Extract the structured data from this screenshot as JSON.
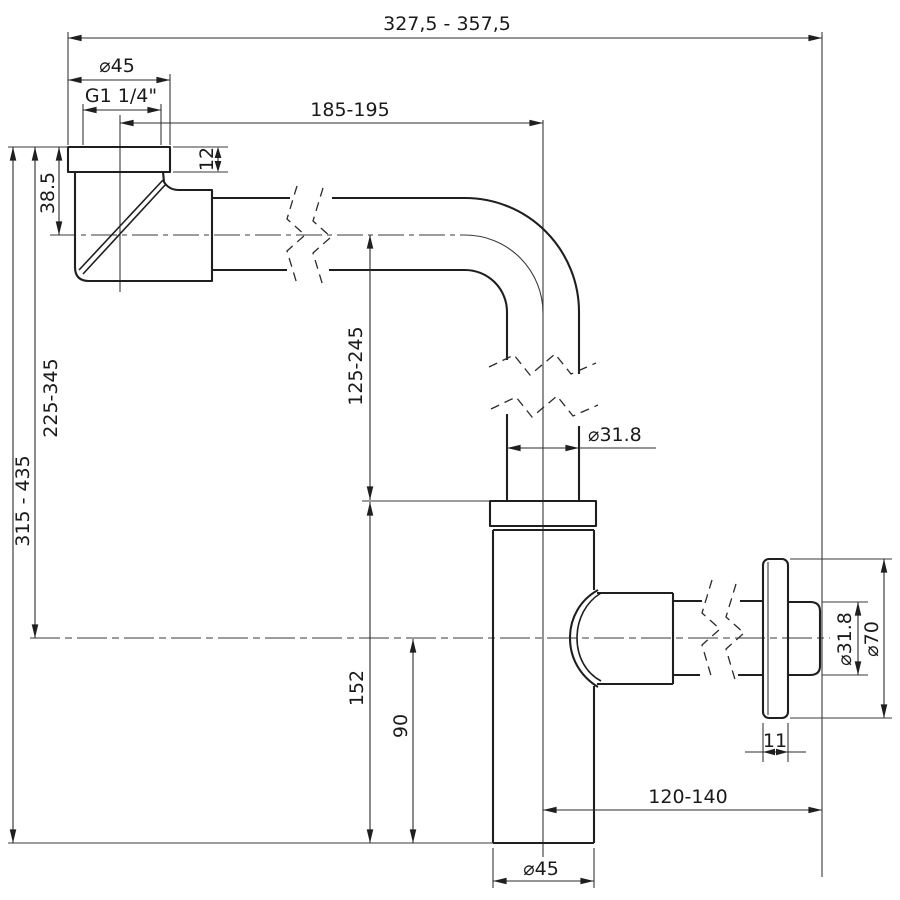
{
  "drawing": {
    "colors": {
      "line": "#1f1f1f",
      "background": "#ffffff"
    },
    "dimensions": {
      "total_width": "327,5 - 357,5",
      "inlet_diameter": "⌀45",
      "inlet_thread": "G1 1/4\"",
      "inlet_to_riser": "185-195",
      "inlet_nut_height": "12",
      "inlet_elbow_height": "38.5",
      "top_to_outlet_axis": "225-345",
      "total_height": "315 - 435",
      "riser_length": "125-245",
      "riser_diameter": "⌀31.8",
      "trap_body_height": "152",
      "outlet_axis_to_bottom": "90",
      "wall_tube_diameter": "⌀31.8",
      "flange_diameter": "⌀70",
      "flange_thickness": "11",
      "trap_axis_to_wall": "120-140",
      "trap_body_diameter": "⌀45"
    }
  }
}
